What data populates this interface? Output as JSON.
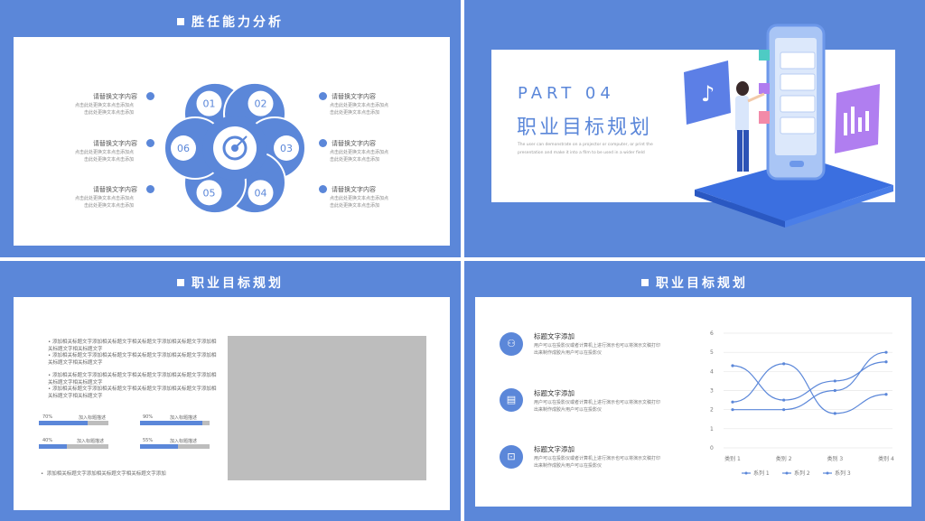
{
  "slide1": {
    "title": "胜任能力分析",
    "petals": [
      "01",
      "02",
      "03",
      "04",
      "05",
      "06"
    ],
    "left_items": [
      {
        "label": "请替换文字内容",
        "desc1": "点击此处更换文本点击添加点",
        "desc2": "击此处更换文本点击添加"
      },
      {
        "label": "请替换文字内容",
        "desc1": "点击此处更换文本点击添加点",
        "desc2": "击此处更换文本点击添加"
      },
      {
        "label": "请替换文字内容",
        "desc1": "点击此处更换文本点击添加点",
        "desc2": "击此处更换文本点击添加"
      }
    ],
    "right_items": [
      {
        "label": "请替换文字内容",
        "desc1": "点击此处更换文本点击添加点",
        "desc2": "击此处更换文本点击添加"
      },
      {
        "label": "请替换文字内容",
        "desc1": "点击此处更换文本点击添加点",
        "desc2": "击此处更换文本点击添加"
      },
      {
        "label": "请替换文字内容",
        "desc1": "点击此处更换文本点击添加点",
        "desc2": "击此处更换文本点击添加"
      }
    ]
  },
  "slide2": {
    "part": "PART 04",
    "heading": "职业目标规划",
    "desc1": "The user can demonstrate on a projector or computer, or print the",
    "desc2": "presentation and make it into a film to be used in a wider field"
  },
  "slide3": {
    "title": "职业目标规划",
    "bullets": [
      "添加相关标题文字添加相关标题文字相关标题文字添加相关标题文字添加相关标题文字相关标题文字",
      "添加相关标题文字添加相关标题文字相关标题文字添加相关标题文字添加相关标题文字相关标题文字",
      "添加相关标题文字添加相关标题文字相关标题文字添加相关标题文字添加相关标题文字相关标题文字",
      "添加相关标题文字添加相关标题文字相关标题文字添加相关标题文字添加相关标题文字相关标题文字"
    ],
    "progress": [
      {
        "pct": "70%",
        "label": "加入标题描述",
        "value": 0.7
      },
      {
        "pct": "40%",
        "label": "加入标题描述",
        "value": 0.4
      },
      {
        "pct": "90%",
        "label": "加入标题描述",
        "value": 0.9
      },
      {
        "pct": "55%",
        "label": "加入标题描述",
        "value": 0.55
      }
    ],
    "footer": "添加相关标题文字添加相关标题文字相关标题文字添加"
  },
  "slide4": {
    "title": "职业目标规划",
    "items": [
      {
        "heading": "标题文字添加",
        "desc1": "用户可以在投影仪或者计算机上进行演示也可以将演示文稿打印",
        "desc2": "出来制作成胶片用户可以在投影仪"
      },
      {
        "heading": "标题文字添加",
        "desc1": "用户可以在投影仪或者计算机上进行演示也可以将演示文稿打印",
        "desc2": "出来制作成胶片用户可以在投影仪"
      },
      {
        "heading": "标题文字添加",
        "desc1": "用户可以在投影仪或者计算机上进行演示也可以将演示文稿打印",
        "desc2": "出来制作成胶片用户可以在投影仪"
      }
    ]
  },
  "chart_data": {
    "type": "line",
    "categories": [
      "类别 1",
      "类别 2",
      "类别 3",
      "类别 4"
    ],
    "series": [
      {
        "name": "系列 1",
        "values": [
          4.3,
          2.5,
          3.5,
          4.5
        ]
      },
      {
        "name": "系列 2",
        "values": [
          2.4,
          4.4,
          1.8,
          2.8
        ]
      },
      {
        "name": "系列 3",
        "values": [
          2.0,
          2.0,
          3.0,
          5.0
        ]
      }
    ],
    "ylim": [
      0,
      6
    ],
    "yticks": [
      "0",
      "1",
      "2",
      "3",
      "4",
      "5",
      "6"
    ],
    "grid": true,
    "legend": "bottom",
    "color": "#5b87d9"
  }
}
